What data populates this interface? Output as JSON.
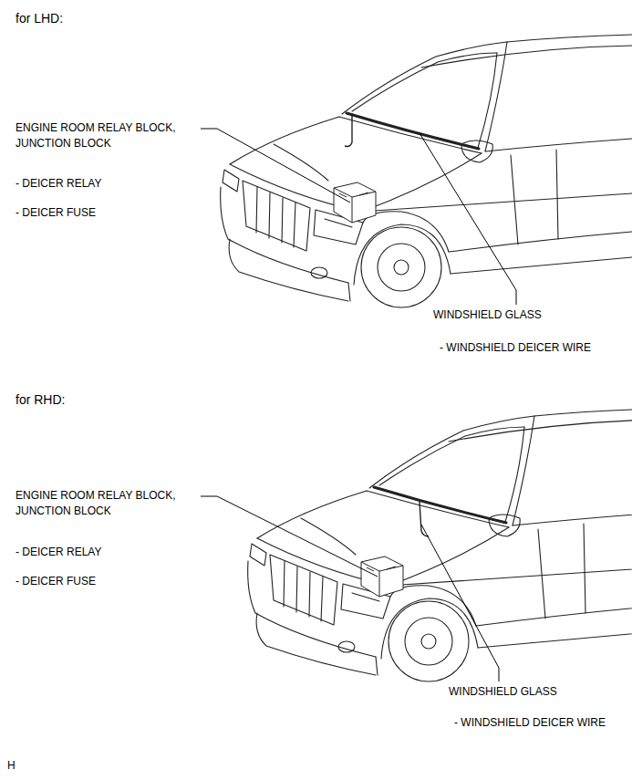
{
  "diagram": {
    "labels": [
      "for LHD:",
      "ENGINE ROOM RELAY BLOCK, JUNCTION BLOCK",
      "- DEICER RELAY",
      "- DEICER FUSE",
      "WINDSHIELD GLASS",
      "- WINDSHIELD DEICER WIRE",
      "for RHD:",
      "ENGINE ROOM RELAY BLOCK, JUNCTION BLOCK",
      "- DEICER RELAY",
      "- DEICER FUSE",
      "WINDSHIELD GLASS",
      "- WINDSHIELD DEICER WIRE",
      "H"
    ]
  }
}
